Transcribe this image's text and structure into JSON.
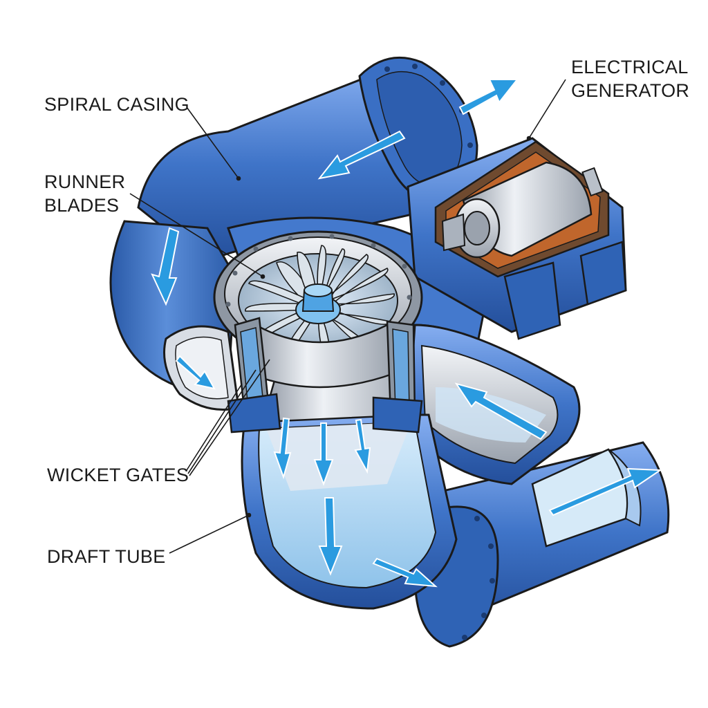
{
  "labels": {
    "spiral_casing": "SPIRAL CASING",
    "runner_blades": [
      "RUNNER",
      "BLADES"
    ],
    "electrical_generator": [
      "ELECTRICAL",
      "GENERATOR"
    ],
    "wicket_gates": "WICKET GATES",
    "draft_tube": "DRAFT TUBE"
  },
  "colors": {
    "casing_blue": "#3f74c8",
    "casing_dark": "#1f4f9c",
    "casing_light": "#7aa6e6",
    "flow_arrow": "#2a9be0",
    "steel": "#c9ced6",
    "water": "#bcdcf4",
    "copper": "#c0662c",
    "outline": "#1a1a1a"
  }
}
